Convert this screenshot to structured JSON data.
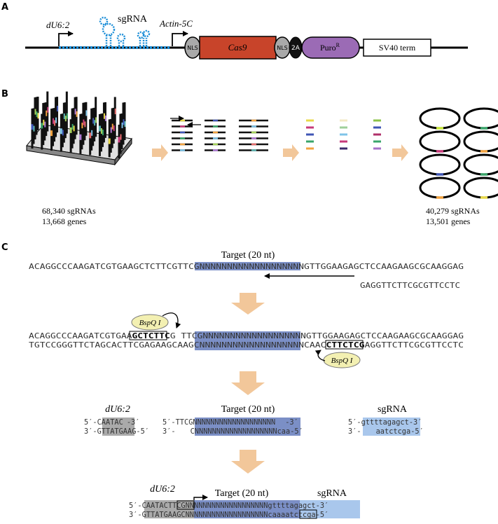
{
  "panels": {
    "a": "A",
    "b": "B",
    "c": "C"
  },
  "panel_a": {
    "promoter1": "dU6:2",
    "sgrna_label": "sgRNA",
    "promoter2": "Actin-5C",
    "nls1": "NLS",
    "cas9": "Cas9",
    "nls2": "NLS",
    "t2a": "2A",
    "puro": "Puro",
    "puro_sup": "R",
    "terminator": "SV40 term",
    "colors": {
      "sgrna": "#1e8fd8",
      "cas9": "#c8442a",
      "puro": "#9b6bb5",
      "nls": "#a9a9a9"
    }
  },
  "panel_b": {
    "left_count": "68,340 sgRNAs",
    "left_genes": "13,668 genes",
    "right_count": "40,279 sgRNAs",
    "right_genes": "13,501 genes",
    "arrow_color": "#f2c79a"
  },
  "panel_c": {
    "target_label": "Target (20 nt)",
    "row1_top_left": "ACAGGCCCAAGATCGTGAAGCTCTTCGTTC",
    "target_n": "GNNNNNNNNNNNNNNNNNNN",
    "row1_top_right": "GTTGGAAGAGCTCCAAGAAGCGCAAGGAG",
    "row1_primer": "GAGGTTCTTCGCGTTCCTC",
    "enzyme": "BspQ I",
    "row2_top_left": "ACAGGCCCAAGATCGTGAA",
    "row2_site1": "GCTCTTC",
    "row2_top_gap": "G TTC",
    "row2_top_right": "GTTGGAAGAGCTCCAAGAAGCGCAAGGAG",
    "row2_bot_left": "TGTCCGGGTTCTAGCACTTCGAGAAGCAAG",
    "target_c": "CNNNNNNNNNNNNNNNNNNN",
    "row2_bot_caa": "CAA",
    "row2_bot_c": "C",
    "row2_site2": "CTTCTCG",
    "row2_bot_right": "AGGTTCTTCGCGTTCCTC",
    "promoter": "dU6:2",
    "sgrna_label": "sgRNA",
    "u6_top_prefix": "5′-",
    "u6_top_seq": "CAATAC",
    "u6_top_suffix": "-3′",
    "u6_bot_prefix": "3′-",
    "u6_bot_seq": "GTTATGAAG",
    "u6_bot_suffix": "-5′",
    "tgt_top_prefix": "5′-TTC",
    "tgt_top_suffix": "-3′",
    "tgt_bot_prefix": "3′-",
    "tgt_bot_suffix": "caa-5′",
    "sg_top_prefix": "5′-",
    "sg_top_seq": "gttttagagct",
    "sg_top_suffix": "-3′",
    "sg_bot_prefix": "3′-",
    "sg_bot_seq": "aatctcga",
    "sg_bot_suffix": "-5′",
    "final_top_prefix": "5′-",
    "final_top_u6": "CAATAC",
    "final_top_ttc": "TTC",
    "final_top_sg": "gttttagagct",
    "final_top_suffix": "-3′",
    "final_bot_prefix": "3′-",
    "final_bot_u6": "GTTATGAAG",
    "final_bot_caa": "caa",
    "final_bot_sg": "aatctcga",
    "final_bot_suffix": "-5′"
  }
}
